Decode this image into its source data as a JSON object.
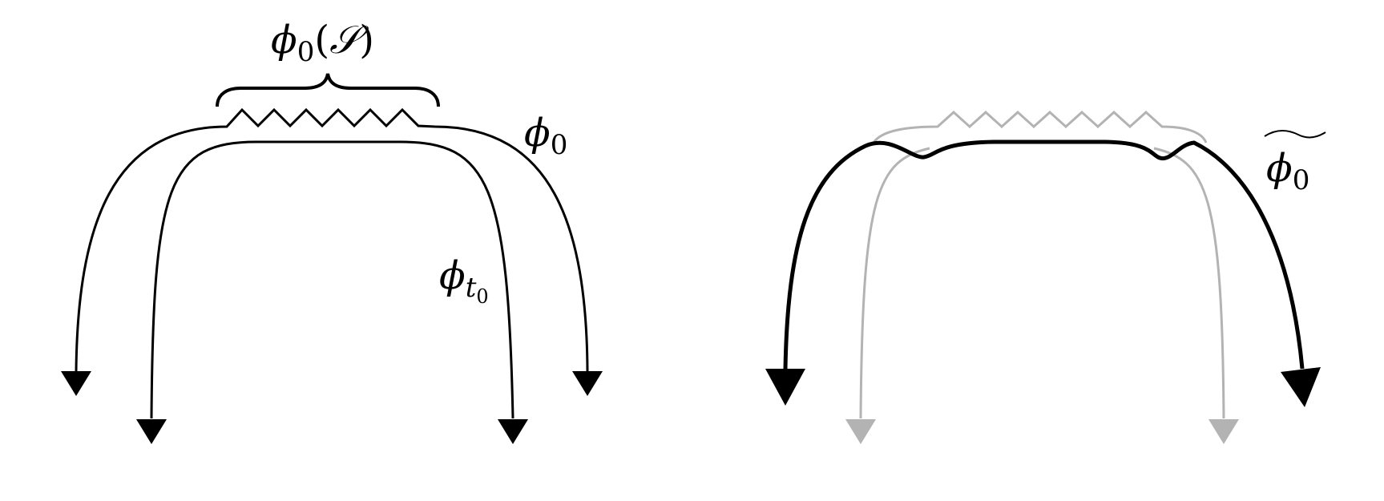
{
  "labels": {
    "phi": "ϕ",
    "zero": "0",
    "open_paren": "(",
    "set_s": "𝒮",
    "close_paren": ")",
    "t": "t",
    "tilde": "~"
  },
  "colors": {
    "ink": "#000000",
    "faded": "#b3b3b3",
    "background": "#ffffff"
  }
}
